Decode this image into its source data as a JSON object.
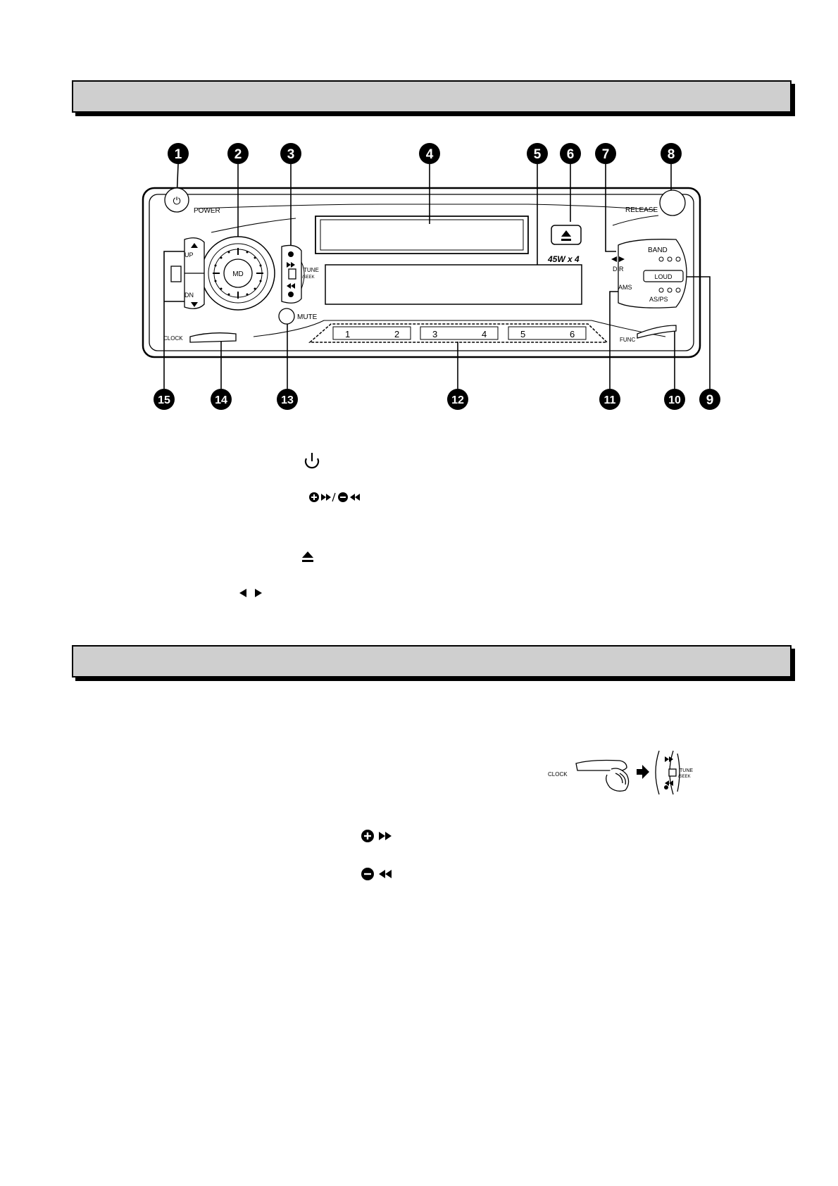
{
  "panel_diagram": {
    "callouts": [
      "1",
      "2",
      "3",
      "4",
      "5",
      "6",
      "7",
      "8",
      "9",
      "10",
      "11",
      "12",
      "13",
      "14",
      "15"
    ],
    "labels": {
      "power": "POWER",
      "release": "RELEASE",
      "md": "MD",
      "up": "UP",
      "dn": "DN",
      "tune": "TUNE",
      "seek": "/SEEK",
      "mute": "MUTE",
      "clock": "CLOCK",
      "band": "BAND",
      "dir": "DIR",
      "loud": "LOUD",
      "ams": "AMS",
      "asps": "AS/PS",
      "func": "FUNC",
      "power_rating": "45W x 4",
      "presets": [
        "1",
        "2",
        "3",
        "4",
        "5",
        "6"
      ]
    }
  },
  "clock_figure": {
    "clock": "CLOCK",
    "tune": "TUNE",
    "seek": "/SEEK"
  },
  "icons": [
    "power-icon",
    "plus-forward-minus-rewind-icon",
    "eject-icon",
    "left-right-arrows-icon",
    "plus-forward-icon",
    "minus-rewind-icon"
  ]
}
